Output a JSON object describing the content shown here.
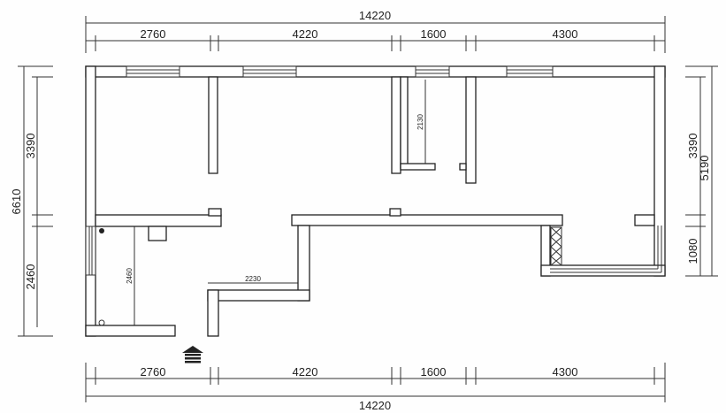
{
  "dimensions": {
    "top_total": "14220",
    "top_segments": [
      "2760",
      "4220",
      "1600",
      "4300"
    ],
    "bottom_total": "14220",
    "bottom_segments": [
      "2760",
      "4220",
      "1600",
      "4300"
    ],
    "left_total": "6610",
    "left_segments": [
      "3390",
      "2460"
    ],
    "right_total": "5190",
    "right_segments": [
      "3390",
      "1080"
    ],
    "inner": {
      "closet_depth": "2130",
      "room_depth": "2460",
      "corridor_width": "2230"
    }
  },
  "icons": {
    "entrance": "entrance-arrow-icon"
  }
}
